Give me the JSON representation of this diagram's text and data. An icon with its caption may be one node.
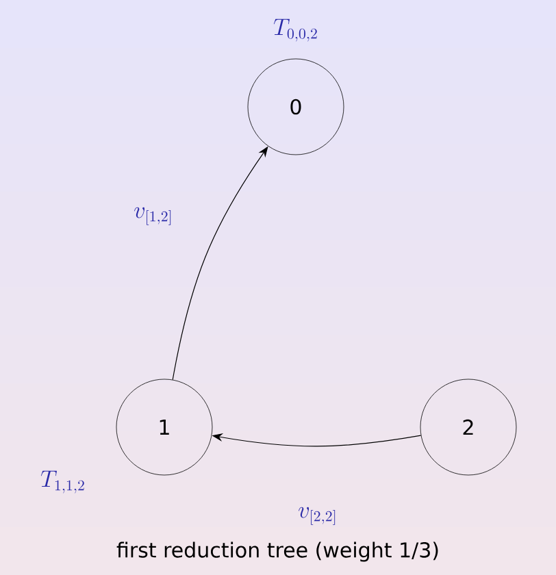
{
  "diagram": {
    "caption": "first reduction tree (weight 1/3)",
    "nodes": [
      {
        "text": [
          "0"
        ],
        "beside": [
          "T_{0,0,2}"
        ]
      },
      {
        "text": [
          "1"
        ],
        "beside": [
          "T_{1,1,2}"
        ]
      },
      {
        "text": [
          "2"
        ]
      }
    ],
    "edges": [
      {
        "from": 1,
        "to": 0,
        "arrow": "to",
        "label": "v_{[1,2]}"
      },
      {
        "from": 2,
        "to": 1,
        "arrow": "to",
        "label": "v_{[2,2]}"
      }
    ]
  }
}
